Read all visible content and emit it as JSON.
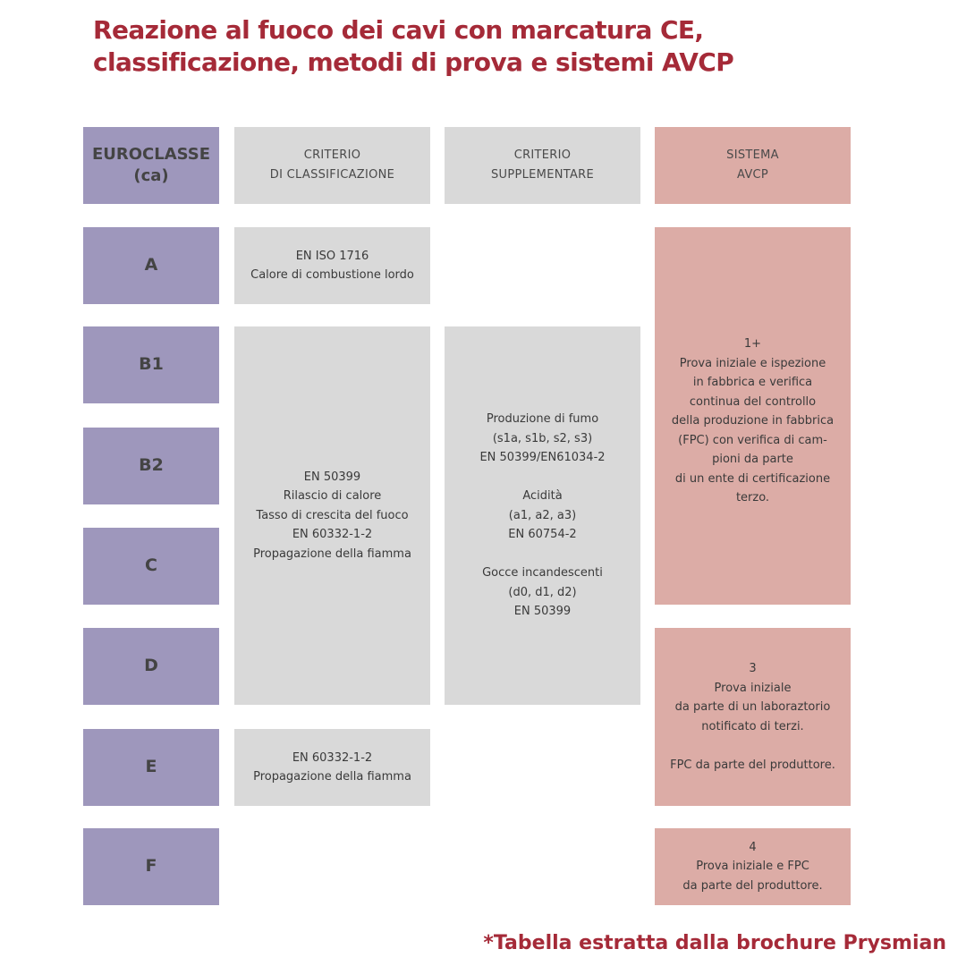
{
  "title": {
    "line1": "Reazione al fuoco dei cavi con marcatura CE,",
    "line2": "classificazione, metodi di prova e sistemi AVCP"
  },
  "headers": {
    "euroclasse": [
      "EUROCLASSE",
      "(ca)"
    ],
    "criterio_classificazione": [
      "CRITERIO",
      "DI CLASSIFICAZIONE"
    ],
    "criterio_supplementare": [
      "CRITERIO",
      "SUPPLEMENTARE"
    ],
    "sistema_avcp": [
      "SISTEMA",
      "AVCP"
    ]
  },
  "classes": [
    "A",
    "B1",
    "B2",
    "C",
    "D",
    "E",
    "F"
  ],
  "classification": {
    "a": [
      "EN ISO 1716",
      "Calore di combustione lordo"
    ],
    "b1_to_d": [
      "EN 50399",
      "Rilascio di calore",
      "Tasso di crescita del fuoco",
      "EN 60332-1-2",
      "Propagazione della fiamma"
    ],
    "e": [
      "EN 60332-1-2",
      "Propagazione della fiamma"
    ]
  },
  "supplementary": {
    "b1_to_d": [
      "Produzione di fumo",
      "(s1a, s1b, s2, s3)",
      "EN 50399/EN61034-2",
      "",
      "Acidità",
      "(a1, a2, a3)",
      "EN 60754-2",
      "",
      "Gocce incandescenti",
      "(d0, d1, d2)",
      "EN 50399"
    ]
  },
  "avcp": {
    "system_1plus": [
      "1+",
      "Prova iniziale e ispezione",
      "in fabbrica e verifica",
      "continua del controllo",
      "della produzione in fabbrica",
      "(FPC) con verifica di cam-",
      "pioni da parte",
      "di un ente di certificazione",
      "terzo."
    ],
    "system_3": [
      "3",
      "Prova iniziale",
      "da parte di un laboraztorio",
      "notificato di terzi.",
      "",
      "FPC da parte del produttore."
    ],
    "system_4": [
      "4",
      "Prova iniziale e FPC",
      "da parte del produttore."
    ]
  },
  "footer": "*Tabella estratta dalla brochure Prysmian",
  "colors": {
    "title": "#a52a38",
    "euroclasse_cell": "#9e97bc",
    "criteria_cell": "#d9d9d9",
    "avcp_cell": "#dcaca6"
  }
}
